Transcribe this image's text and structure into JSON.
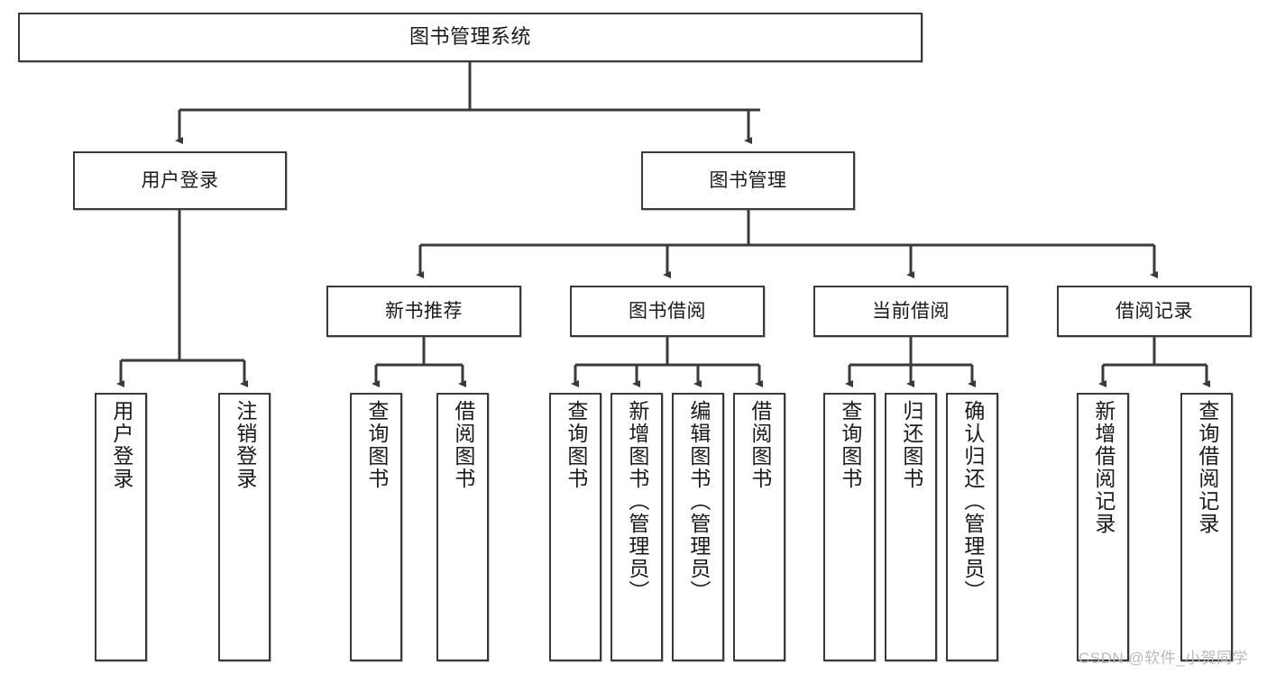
{
  "diagram": {
    "title": "图书管理系统",
    "type": "tree-hierarchy-diagram",
    "accent_border_color": "#3a3a3a",
    "background_color": "#ffffff",
    "nodes": {
      "root": {
        "label": "图书管理系统"
      },
      "level2": [
        {
          "id": "user-login",
          "label": "用户登录"
        },
        {
          "id": "book-management",
          "label": "图书管理"
        }
      ],
      "level3": [
        {
          "id": "new-book-recommend",
          "label": "新书推荐"
        },
        {
          "id": "book-borrow",
          "label": "图书借阅"
        },
        {
          "id": "current-borrow",
          "label": "当前借阅"
        },
        {
          "id": "borrow-record",
          "label": "借阅记录"
        }
      ],
      "leaves": {
        "user_login": [
          {
            "id": "leaf-user-login",
            "label": "用户登录"
          },
          {
            "id": "leaf-logout-login",
            "label": "注销登录"
          }
        ],
        "new_book_recommend": [
          {
            "id": "leaf-query-book-1",
            "label": "查询图书"
          },
          {
            "id": "leaf-borrow-book-1",
            "label": "借阅图书"
          }
        ],
        "book_borrow": [
          {
            "id": "leaf-query-book-2",
            "label": "查询图书"
          },
          {
            "id": "leaf-add-book",
            "label": "新增图书（管理员）"
          },
          {
            "id": "leaf-edit-book",
            "label": "编辑图书（管理员）"
          },
          {
            "id": "leaf-borrow-book-2",
            "label": "借阅图书"
          }
        ],
        "current_borrow": [
          {
            "id": "leaf-query-book-3",
            "label": "查询图书"
          },
          {
            "id": "leaf-return-book",
            "label": "归还图书"
          },
          {
            "id": "leaf-confirm-return",
            "label": "确认归还（管理员）"
          }
        ],
        "borrow_record": [
          {
            "id": "leaf-add-borrow-record",
            "label": "新增借阅记录"
          },
          {
            "id": "leaf-query-borrow-record",
            "label": "查询借阅记录"
          }
        ]
      }
    },
    "watermark": "CSDN @软件_小贺同学"
  }
}
